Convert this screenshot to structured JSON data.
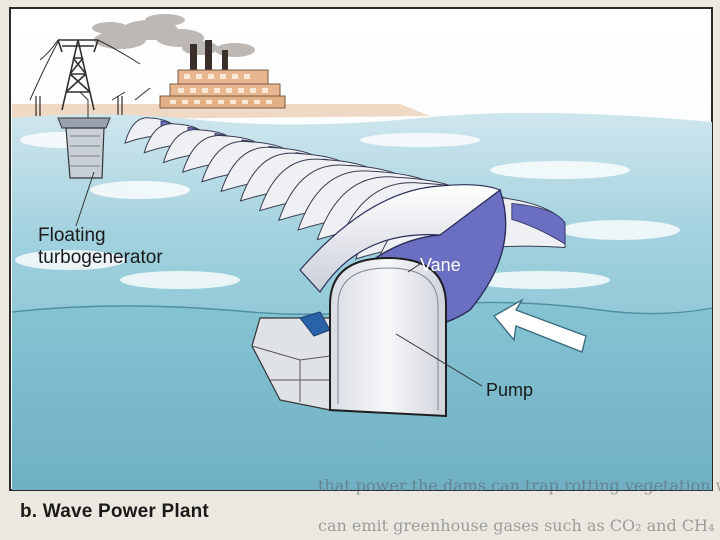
{
  "figure": {
    "caption": "b. Wave Power Plant",
    "labels": {
      "floating_line1": "Floating",
      "floating_line2": "turbogenerator",
      "vane": "Vane",
      "pump": "Pump"
    },
    "bleed_text": {
      "line1": "that power the dams can trap rotting vegetation which",
      "line2": "can emit greenhouse gases such as CO₂ and CH₄"
    },
    "colors": {
      "water": "#86c4d3",
      "water_deep": "#6fb4c6",
      "vane": "#6b6fc2",
      "pipe": "#e8ebef",
      "shore": "#efd9c4"
    },
    "icons": [
      "transmission-tower-icon",
      "power-plant-icon",
      "wave-direction-arrow-icon"
    ]
  }
}
